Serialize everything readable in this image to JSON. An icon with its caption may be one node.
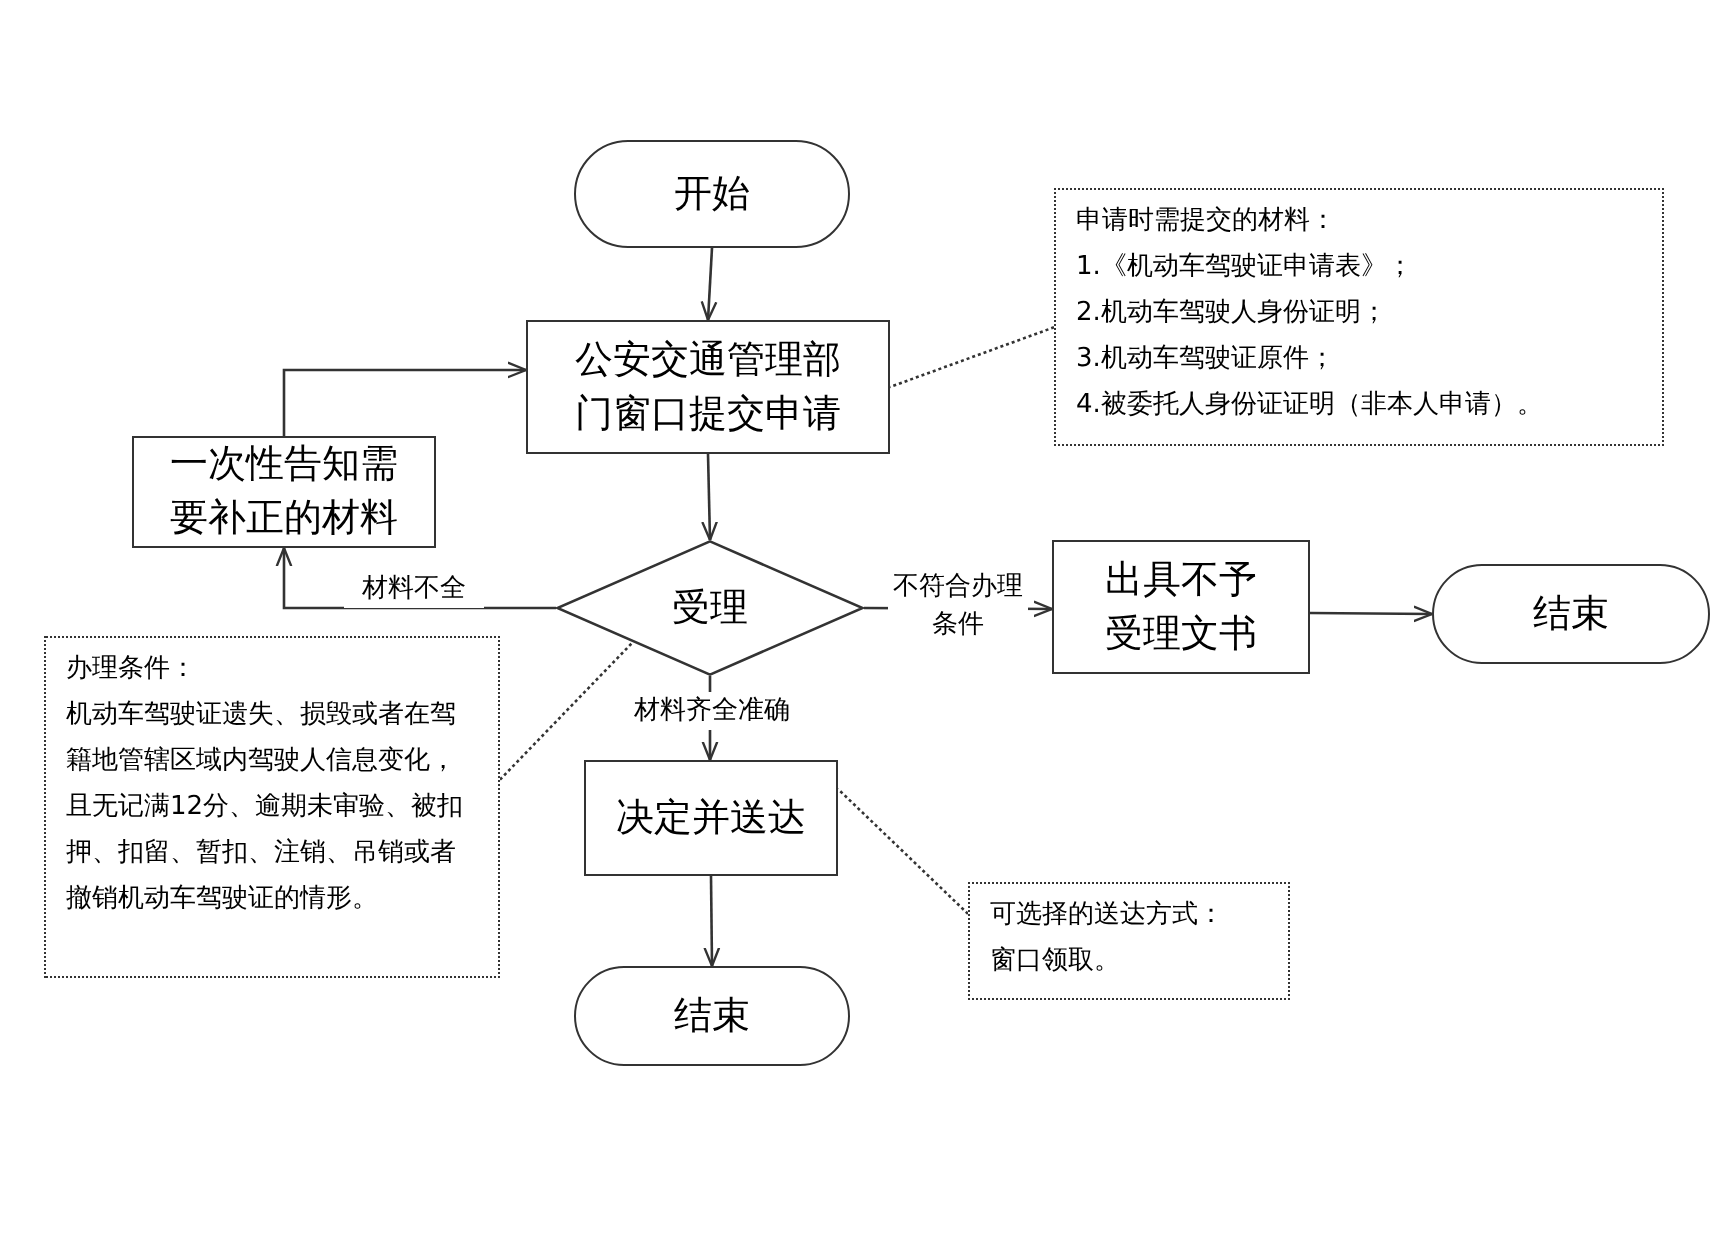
{
  "diagram": {
    "nodes": [
      {
        "text": [
          "开始"
        ]
      },
      {
        "text": [
          "公安交通管理部门窗口提交申请"
        ]
      },
      {
        "text": [
          "一次性告知需要补正的材料"
        ]
      },
      {
        "text": [
          "受理"
        ]
      },
      {
        "text": [
          "出具不予受理文书"
        ]
      },
      {
        "text": [
          "结束"
        ]
      },
      {
        "text": [
          "决定并送达"
        ]
      },
      {
        "text": [
          "结束"
        ]
      },
      {
        "text": [
          "申请时需提交的材料：",
          "1.《机动车驾驶证申请表》；",
          "2.机动车驾驶人身份证明；",
          "3.机动车驾驶证原件；",
          "4.被委托人身份证证明（非本人申请）。"
        ]
      },
      {
        "text": [
          "办理条件：",
          "机动车驾驶证遗失、损毁或者在驾籍地管辖区域内驾驶人信息变化，且无记满12分、逾期未审验、被扣押、扣留、暂扣、注销、吊销或者撤销机动车驾驶证的情形。"
        ]
      },
      {
        "text": [
          "可选择的送达方式：",
          "窗口领取。"
        ]
      }
    ],
    "edges": [
      {
        "from": 0,
        "to": 1,
        "arrow": "to"
      },
      {
        "from": 1,
        "to": 3,
        "arrow": "to"
      },
      {
        "from": 3,
        "to": 2,
        "arrow": "to",
        "label": "材料不全"
      },
      {
        "from": 2,
        "to": 1,
        "arrow": "to"
      },
      {
        "from": 3,
        "to": 4,
        "arrow": "to",
        "label": "不符合办理条件"
      },
      {
        "from": 4,
        "to": 5,
        "arrow": "to"
      },
      {
        "from": 3,
        "to": 6,
        "arrow": "to",
        "label": "材料齐全准确"
      },
      {
        "from": 6,
        "to": 7,
        "arrow": "to"
      },
      {
        "from": 8,
        "to": 1,
        "arrow": "none",
        "style": "dashed"
      },
      {
        "from": 9,
        "to": 3,
        "arrow": "none",
        "style": "dashed"
      },
      {
        "from": 10,
        "to": 6,
        "arrow": "none",
        "style": "dashed"
      }
    ]
  }
}
